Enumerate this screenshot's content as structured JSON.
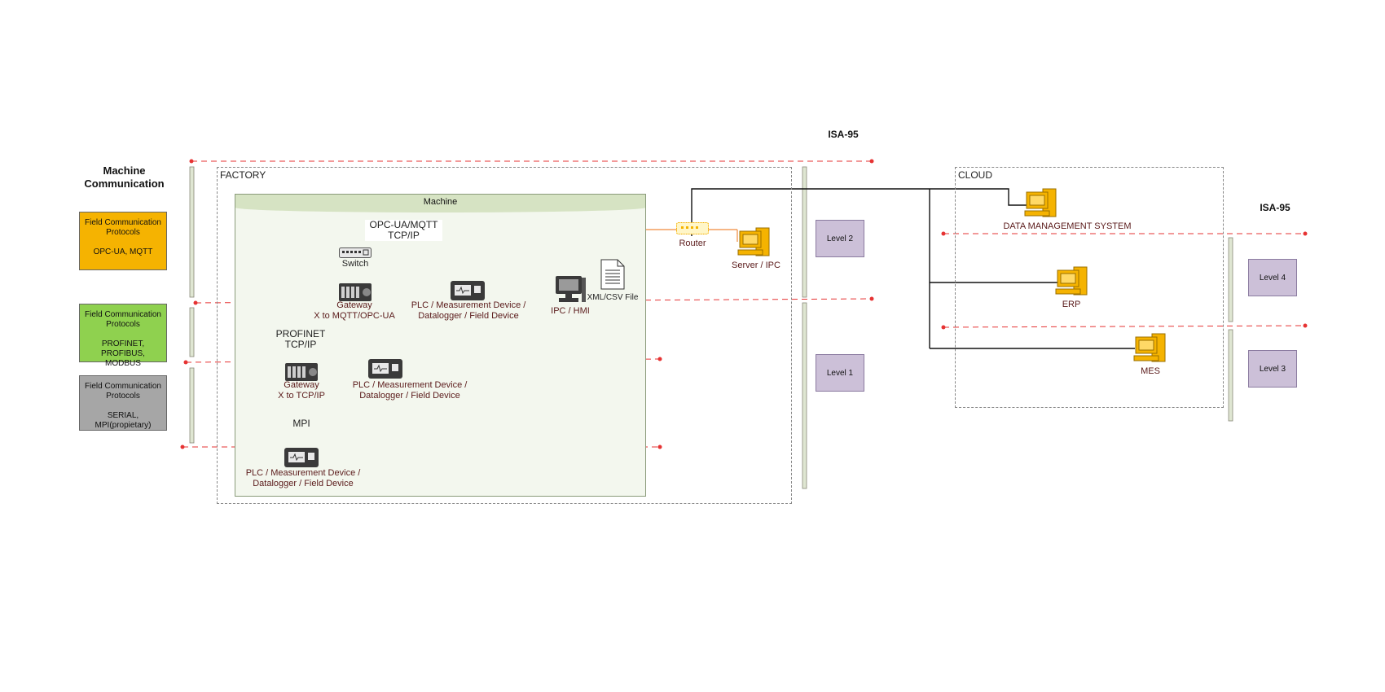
{
  "left_panel": {
    "title_line1": "Machine",
    "title_line2": "Communication",
    "protocols": [
      {
        "title_line1": "Field Communication",
        "title_line2": "Protocols",
        "value_line1": "OPC-UA, MQTT",
        "value_line2": "",
        "color": "#f5b301"
      },
      {
        "title_line1": "Field Communication",
        "title_line2": "Protocols",
        "value_line1": "PROFINET, PROFIBUS,",
        "value_line2": "MODBUS",
        "color": "#8fd14f"
      },
      {
        "title_line1": "Field Communication",
        "title_line2": "Protocols",
        "value_line1": "SERIAL, MPI(propietary)",
        "value_line2": "",
        "color": "#a6a6a6"
      }
    ]
  },
  "factory": {
    "title": "FACTORY",
    "machine_title": "Machine",
    "opc_label_line1": "OPC-UA/MQTT",
    "opc_label_line2": "TCP/IP",
    "switch_label": "Switch",
    "gateway1_line1": "Gateway",
    "gateway1_line2": "X to MQTT/OPC-UA",
    "plc1_line1": "PLC / Measurement Device /",
    "plc1_line2": "Datalogger / Field Device",
    "ipc_hmi_label": "IPC / HMI",
    "xml_label": "XML/CSV File",
    "profinet_line1": "PROFINET",
    "profinet_line2": "TCP/IP",
    "gateway2_line1": "Gateway",
    "gateway2_line2": "X to TCP/IP",
    "plc2_line1": "PLC / Measurement Device /",
    "plc2_line2": "Datalogger / Field Device",
    "mpi_label": "MPI",
    "plc3_line1": "PLC / Measurement Device /",
    "plc3_line2": "Datalogger / Field Device",
    "router_label": "Router",
    "server_label": "Server / IPC"
  },
  "isa_left": {
    "title": "ISA-95",
    "levels": [
      "Level 2",
      "Level 1"
    ]
  },
  "cloud": {
    "title": "CLOUD",
    "dms_label": "DATA MANAGEMENT SYSTEM",
    "erp_label": "ERP",
    "mes_label": "MES"
  },
  "isa_right": {
    "title": "ISA-95",
    "levels": [
      "Level 4",
      "Level 3"
    ]
  },
  "colors": {
    "opc_line": "#f08a3c",
    "profinet_line": "#8cc63f",
    "dashed_red": "#e63333",
    "level_fill": "#ccc0d8",
    "computer_yellow": "#f5b301"
  }
}
